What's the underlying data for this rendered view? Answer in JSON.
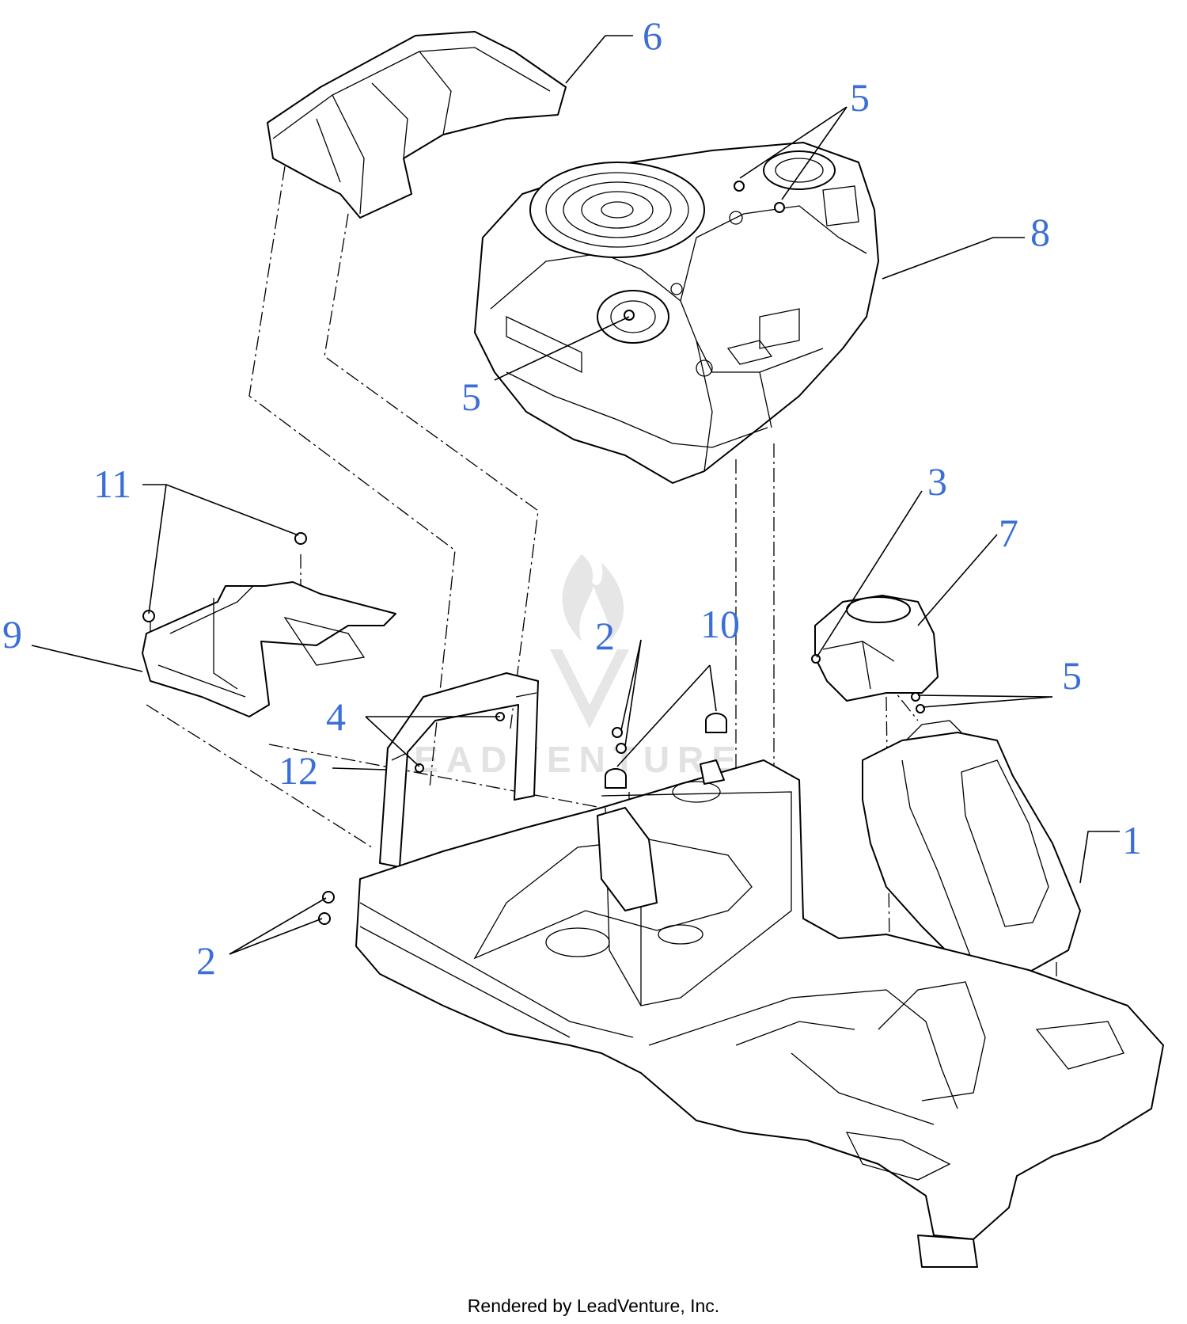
{
  "credit": "Rendered by LeadVenture, Inc.",
  "watermark": "LEADVENTURE",
  "callout_color": "#3b6fd6",
  "callouts": {
    "c6": "6",
    "c5_top": "5",
    "c8": "8",
    "c5_left": "5",
    "c3": "3",
    "c7": "7",
    "c11": "11",
    "c9": "9",
    "c2_upper": "2",
    "c10": "10",
    "c5_right": "5",
    "c4": "4",
    "c12": "12",
    "c1": "1",
    "c2_lower": "2"
  }
}
